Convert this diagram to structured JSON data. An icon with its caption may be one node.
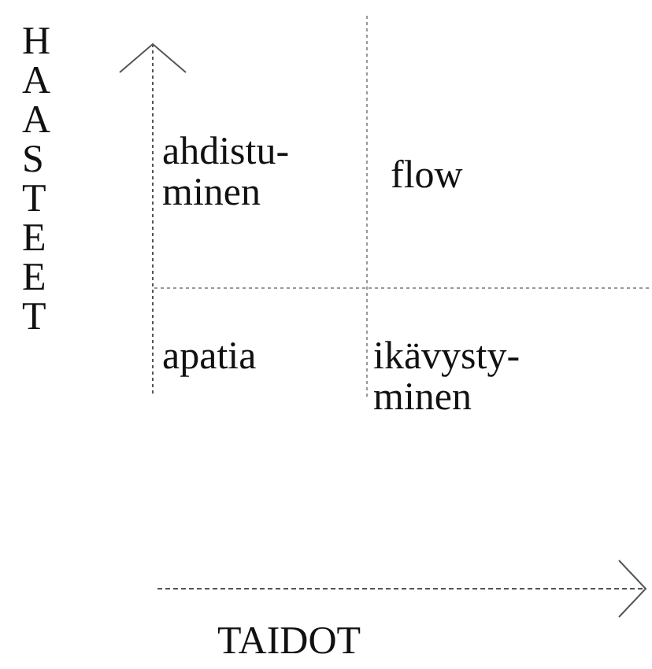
{
  "diagram": {
    "labels": [
      "HAASTEET",
      "ahdistu- minen",
      "flow",
      "apatia",
      "ikävysty- minen",
      "TAIDOT"
    ]
  }
}
